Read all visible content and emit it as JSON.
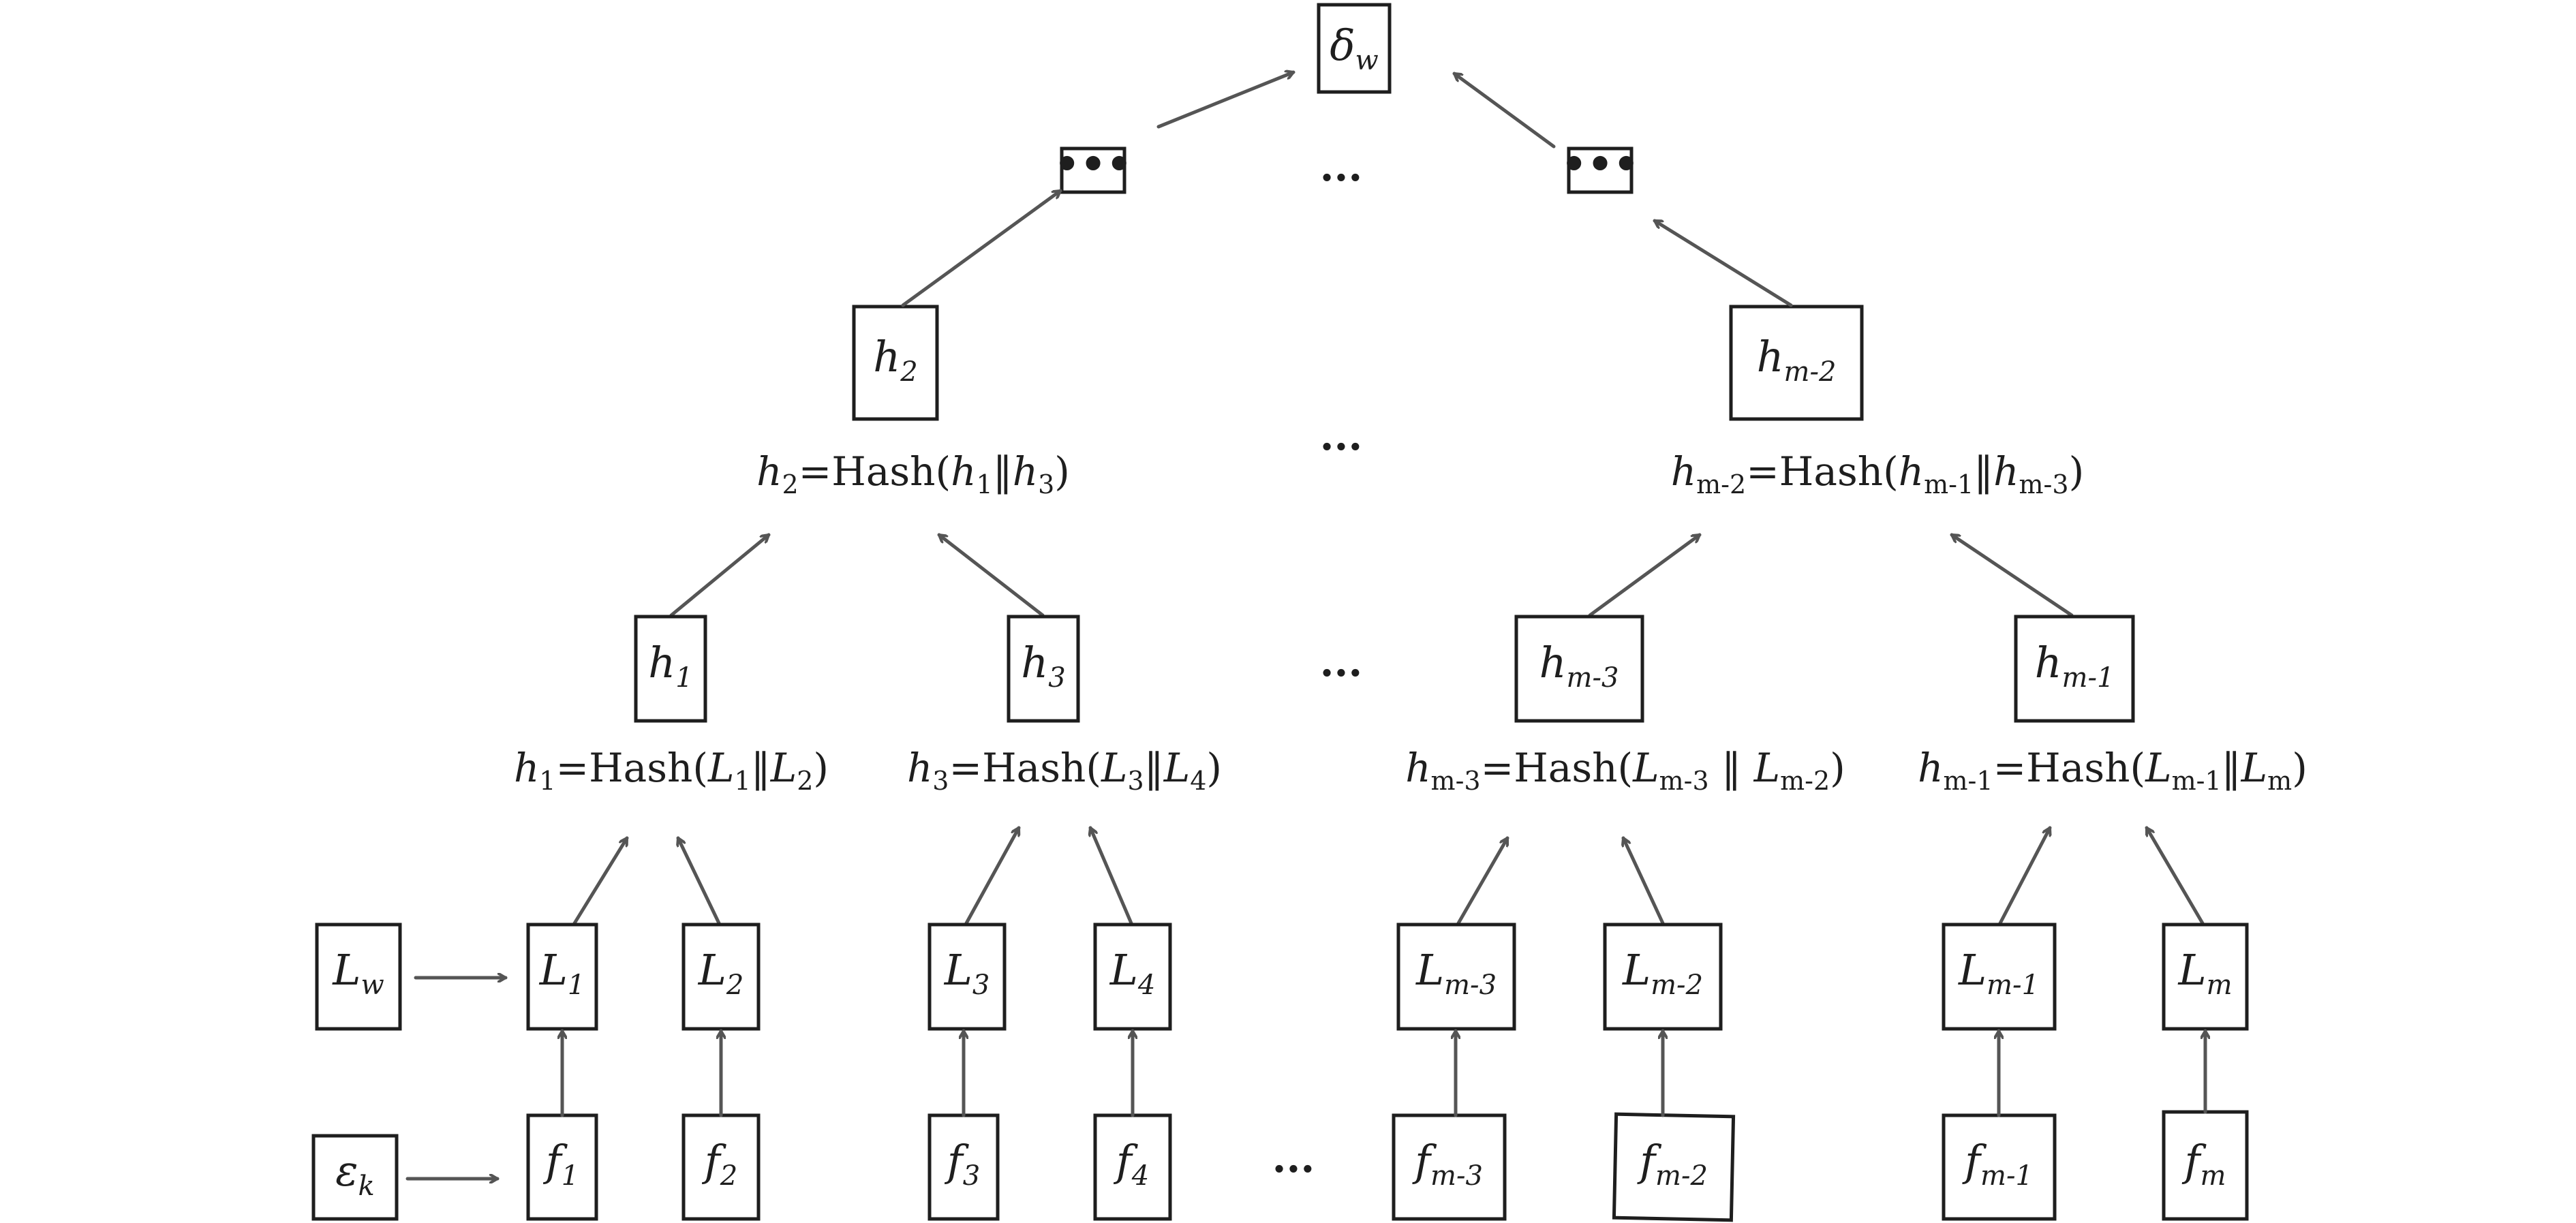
{
  "root": {
    "base": "δ",
    "sub": "w"
  },
  "dots_box": "•••",
  "ellipsis": "...",
  "level2": [
    {
      "base": "h",
      "sub": "2"
    },
    {
      "base": "h",
      "sub": "m-2"
    }
  ],
  "level2_formulas": [
    {
      "lhs": "h",
      "lhs_sub": "2",
      "op": "=Hash(",
      "a": "h",
      "a_sub": "1",
      "sep": "‖",
      "b": "h",
      "b_sub": "3",
      "close": ")"
    },
    {
      "lhs": "h",
      "lhs_sub": "m-2",
      "op": "=Hash(",
      "a": "h",
      "a_sub": "m-1",
      "sep": "‖",
      "b": "h",
      "b_sub": "m-3",
      "close": ")"
    }
  ],
  "level1": [
    {
      "base": "h",
      "sub": "1"
    },
    {
      "base": "h",
      "sub": "3"
    },
    {
      "base": "h",
      "sub": "m-3"
    },
    {
      "base": "h",
      "sub": "m-1"
    }
  ],
  "level1_formulas": [
    {
      "lhs": "h",
      "lhs_sub": "1",
      "op": "=Hash(",
      "a": "L",
      "a_sub": "1",
      "sep": "‖",
      "b": "L",
      "b_sub": "2",
      "close": ")"
    },
    {
      "lhs": "h",
      "lhs_sub": "3",
      "op": "=Hash(",
      "a": "L",
      "a_sub": "3",
      "sep": "‖",
      "b": "L",
      "b_sub": "4",
      "close": ")"
    },
    {
      "lhs": "h",
      "lhs_sub": "m-3",
      "op": "=Hash(",
      "a": "L",
      "a_sub": "m-3",
      "sep": " ‖ ",
      "b": "L",
      "b_sub": "m-2",
      "close": ")"
    },
    {
      "lhs": "h",
      "lhs_sub": "m-1",
      "op": "=Hash(",
      "a": "L",
      "a_sub": "m-1",
      "sep": "‖",
      "b": "L",
      "b_sub": "m",
      "close": ")"
    }
  ],
  "leaves": [
    {
      "base": "L",
      "sub": "1"
    },
    {
      "base": "L",
      "sub": "2"
    },
    {
      "base": "L",
      "sub": "3"
    },
    {
      "base": "L",
      "sub": "4"
    },
    {
      "base": "L",
      "sub": "m-3"
    },
    {
      "base": "L",
      "sub": "m-2"
    },
    {
      "base": "L",
      "sub": "m-1"
    },
    {
      "base": "L",
      "sub": "m"
    }
  ],
  "files": [
    {
      "base": "f",
      "sub": "1"
    },
    {
      "base": "f",
      "sub": "2"
    },
    {
      "base": "f",
      "sub": "3"
    },
    {
      "base": "f",
      "sub": "4"
    },
    {
      "base": "f",
      "sub": "m-3"
    },
    {
      "base": "f",
      "sub": "m-2"
    },
    {
      "base": "f",
      "sub": "m-1"
    },
    {
      "base": "f",
      "sub": "m"
    }
  ],
  "side_inputs": [
    {
      "base": "L",
      "sub": "w"
    },
    {
      "base": "ε",
      "sub": "k"
    }
  ]
}
